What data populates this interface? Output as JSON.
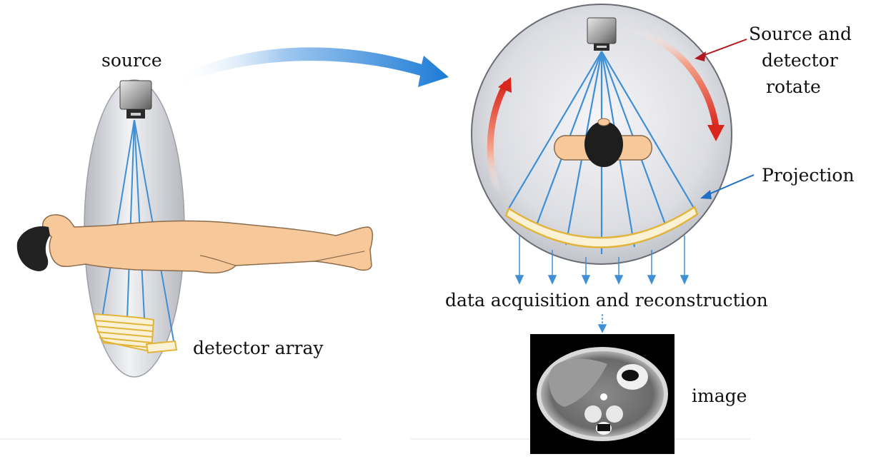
{
  "labels": {
    "source": "source",
    "detector_array": "detector array",
    "source_detector_rotate_line1": "Source and",
    "source_detector_rotate_line2": "detector",
    "source_detector_rotate_line3": "rotate",
    "projection": "Projection",
    "data_acquisition": "data acquisition and reconstruction",
    "image": "image"
  },
  "colors": {
    "beam": "#3f8fd6",
    "detector": "#e2b43b",
    "skin": "#f7c99a",
    "hair": "#222222",
    "rotate_arrow": "#d9261c",
    "big_arrow": "#1c7bd6",
    "annotation_red": "#b0191e",
    "annotation_blue": "#1f6fc2"
  }
}
